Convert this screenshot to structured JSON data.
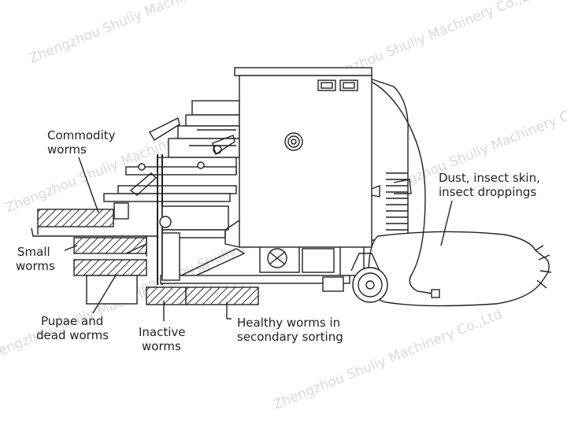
{
  "watermark": "Zhengzhou Shuliy Machinery Co.,Ltd",
  "labels": {
    "commodity_1": "Commodity",
    "commodity_2": "worms",
    "small_1": "Small",
    "small_2": "worms",
    "pupae_1": "Pupae and",
    "pupae_2": "dead worms",
    "inactive_1": "Inactive",
    "inactive_2": "worms",
    "healthy_1": "Healthy worms in",
    "healthy_2": "secondary sorting",
    "dust_1": "Dust, insect skin,",
    "dust_2": "insect droppings"
  }
}
